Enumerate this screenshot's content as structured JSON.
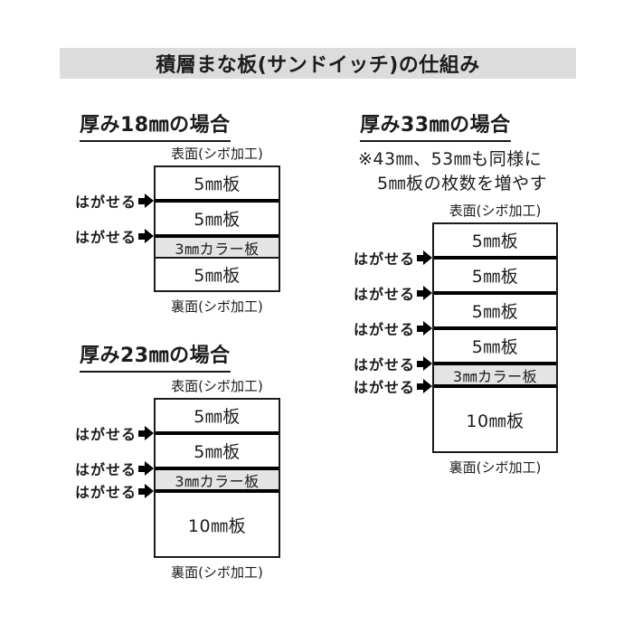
{
  "title": "積層まな板(サンドイッチ)の仕組み",
  "labels": {
    "peel": "はがせる",
    "front_surface": "表面(シボ加工)",
    "back_surface": "裏面(シボ加工)"
  },
  "colors": {
    "title_bg": "#dcdcdc",
    "color_board_bg": "#e4e4e4",
    "line": "#1a1a1a"
  },
  "diagrams": [
    {
      "id": "18mm",
      "heading": "厚み18㎜の場合",
      "notes": [],
      "top_label": "表面(シボ加工)",
      "bottom_label": "裏面(シボ加工)",
      "layers": [
        {
          "label": "5㎜板",
          "mm": 5,
          "color_board": false,
          "joint_before": "none"
        },
        {
          "label": "5㎜板",
          "mm": 5,
          "color_board": false,
          "joint_before": "peel"
        },
        {
          "label": "3㎜カラー板",
          "mm": 3,
          "color_board": true,
          "joint_before": "peel"
        },
        {
          "label": "5㎜板",
          "mm": 5,
          "color_board": false,
          "joint_before": "thin"
        }
      ]
    },
    {
      "id": "23mm",
      "heading": "厚み23㎜の場合",
      "notes": [],
      "top_label": "表面(シボ加工)",
      "bottom_label": "裏面(シボ加工)",
      "layers": [
        {
          "label": "5㎜板",
          "mm": 5,
          "color_board": false,
          "joint_before": "none"
        },
        {
          "label": "5㎜板",
          "mm": 5,
          "color_board": false,
          "joint_before": "peel"
        },
        {
          "label": "3㎜カラー板",
          "mm": 3,
          "color_board": true,
          "joint_before": "peel"
        },
        {
          "label": "10㎜板",
          "mm": 10,
          "color_board": false,
          "joint_before": "peel"
        }
      ]
    },
    {
      "id": "33mm",
      "heading": "厚み33㎜の場合",
      "notes": [
        "※43㎜、53㎜も同様に",
        "5㎜板の枚数を増やす"
      ],
      "top_label": "表面(シボ加工)",
      "bottom_label": "裏面(シボ加工)",
      "layers": [
        {
          "label": "5㎜板",
          "mm": 5,
          "color_board": false,
          "joint_before": "none"
        },
        {
          "label": "5㎜板",
          "mm": 5,
          "color_board": false,
          "joint_before": "peel"
        },
        {
          "label": "5㎜板",
          "mm": 5,
          "color_board": false,
          "joint_before": "peel"
        },
        {
          "label": "5㎜板",
          "mm": 5,
          "color_board": false,
          "joint_before": "peel"
        },
        {
          "label": "3㎜カラー板",
          "mm": 3,
          "color_board": true,
          "joint_before": "peel"
        },
        {
          "label": "10㎜板",
          "mm": 10,
          "color_board": false,
          "joint_before": "peel"
        }
      ]
    }
  ]
}
